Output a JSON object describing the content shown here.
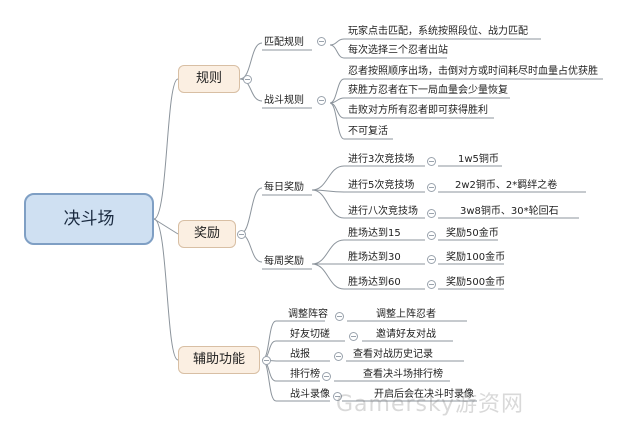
{
  "root": {
    "label": "决斗场"
  },
  "categories": [
    {
      "label": "规则",
      "groups": [
        {
          "label": "匹配规则",
          "items": [
            "玩家点击匹配，系统按照段位、战力匹配",
            "每次选择三个忍者出站"
          ]
        },
        {
          "label": "战斗规则",
          "items": [
            "忍者按照顺序出场，击倒对方或时间耗尽时血量占优获胜",
            "获胜方忍者在下一局血量会少量恢复",
            "击败对方所有忍者即可获得胜利",
            "不可复活"
          ]
        }
      ]
    },
    {
      "label": "奖励",
      "groups": [
        {
          "label": "每日奖励",
          "items": [
            {
              "cond": "进行3次竞技场",
              "reward": "1w5铜币"
            },
            {
              "cond": "进行5次竞技场",
              "reward": "2w2铜币、2*羁绊之卷"
            },
            {
              "cond": "进行八次竞技场",
              "reward": "3w8铜币、30*轮回石"
            }
          ]
        },
        {
          "label": "每周奖励",
          "items": [
            {
              "cond": "胜场达到15",
              "reward": "奖励50金币"
            },
            {
              "cond": "胜场达到30",
              "reward": "奖励100金币"
            },
            {
              "cond": "胜场达到60",
              "reward": "奖励500金币"
            }
          ]
        }
      ]
    },
    {
      "label": "辅助功能",
      "items": [
        {
          "cond": "调整阵容",
          "reward": "调整上阵忍者"
        },
        {
          "cond": "好友切磋",
          "reward": "邀请好友对战"
        },
        {
          "cond": "战报",
          "reward": "查看对战历史记录"
        },
        {
          "cond": "排行榜",
          "reward": "查看决斗场排行榜"
        },
        {
          "cond": "战斗录像",
          "reward": "开启后会在决斗时录像"
        }
      ]
    }
  ],
  "watermark": "Gamersky游资网",
  "colors": {
    "line": "#8c949c",
    "root_fill": "#cfe0f2",
    "category_fill": "#fbefe2"
  }
}
